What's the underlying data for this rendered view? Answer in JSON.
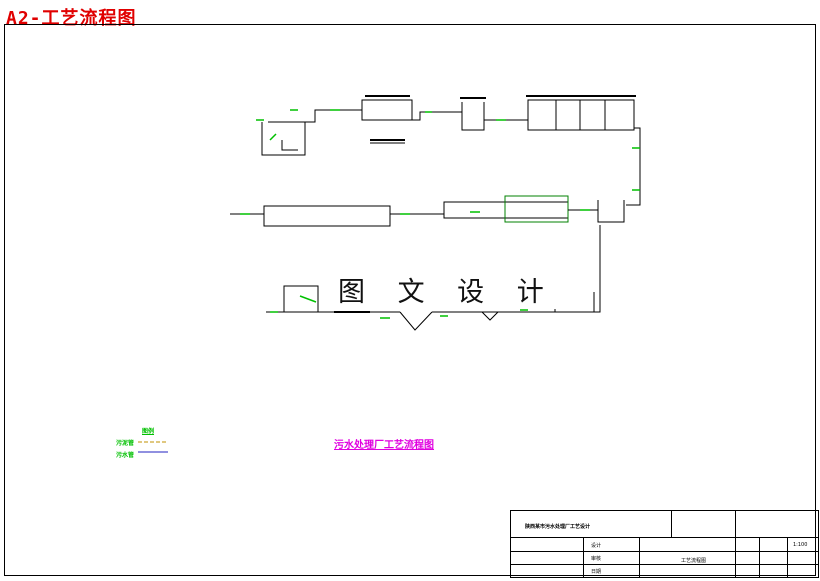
{
  "page_title": "A2-工艺流程图",
  "watermark": "图 文 设 计",
  "drawing_title": "污水处理厂工艺流程图",
  "legend": {
    "title": "图例",
    "items": [
      "污泥管",
      "污水管"
    ]
  },
  "title_block": {
    "project": "陕西某市污水处理厂工艺设计",
    "drawing_name": "工艺流程图",
    "scale_value": "1:100",
    "fields": [
      "设计",
      "审核",
      "日期"
    ]
  },
  "colors": {
    "title": "#e00000",
    "pipe": "#00c000",
    "magenta": "#e000e0"
  }
}
